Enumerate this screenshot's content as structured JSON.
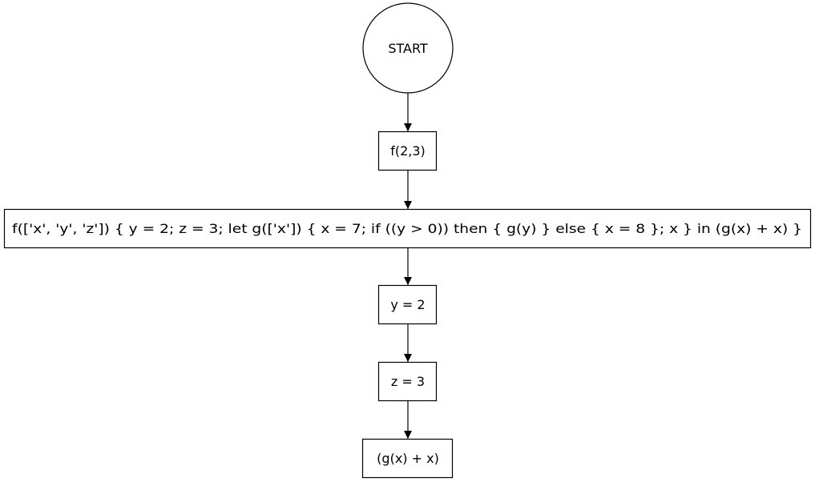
{
  "diagram": {
    "type": "flowchart",
    "nodes": [
      {
        "id": "start",
        "shape": "circle",
        "label": "START"
      },
      {
        "id": "call",
        "shape": "box",
        "label": "f(2,3)"
      },
      {
        "id": "def",
        "shape": "box",
        "label": "f(['x', 'y', 'z']) { y = 2; z = 3; let g(['x']) { x = 7; if ((y > 0)) then { g(y) } else { x = 8 }; x } in (g(x) + x) }"
      },
      {
        "id": "assign_y",
        "shape": "box",
        "label": "y = 2"
      },
      {
        "id": "assign_z",
        "shape": "box",
        "label": "z = 3"
      },
      {
        "id": "result",
        "shape": "box",
        "label": "(g(x) + x)"
      }
    ],
    "edges": [
      {
        "from": "start",
        "to": "call"
      },
      {
        "from": "call",
        "to": "def"
      },
      {
        "from": "def",
        "to": "assign_y"
      },
      {
        "from": "assign_y",
        "to": "assign_z"
      },
      {
        "from": "assign_z",
        "to": "result"
      }
    ]
  }
}
